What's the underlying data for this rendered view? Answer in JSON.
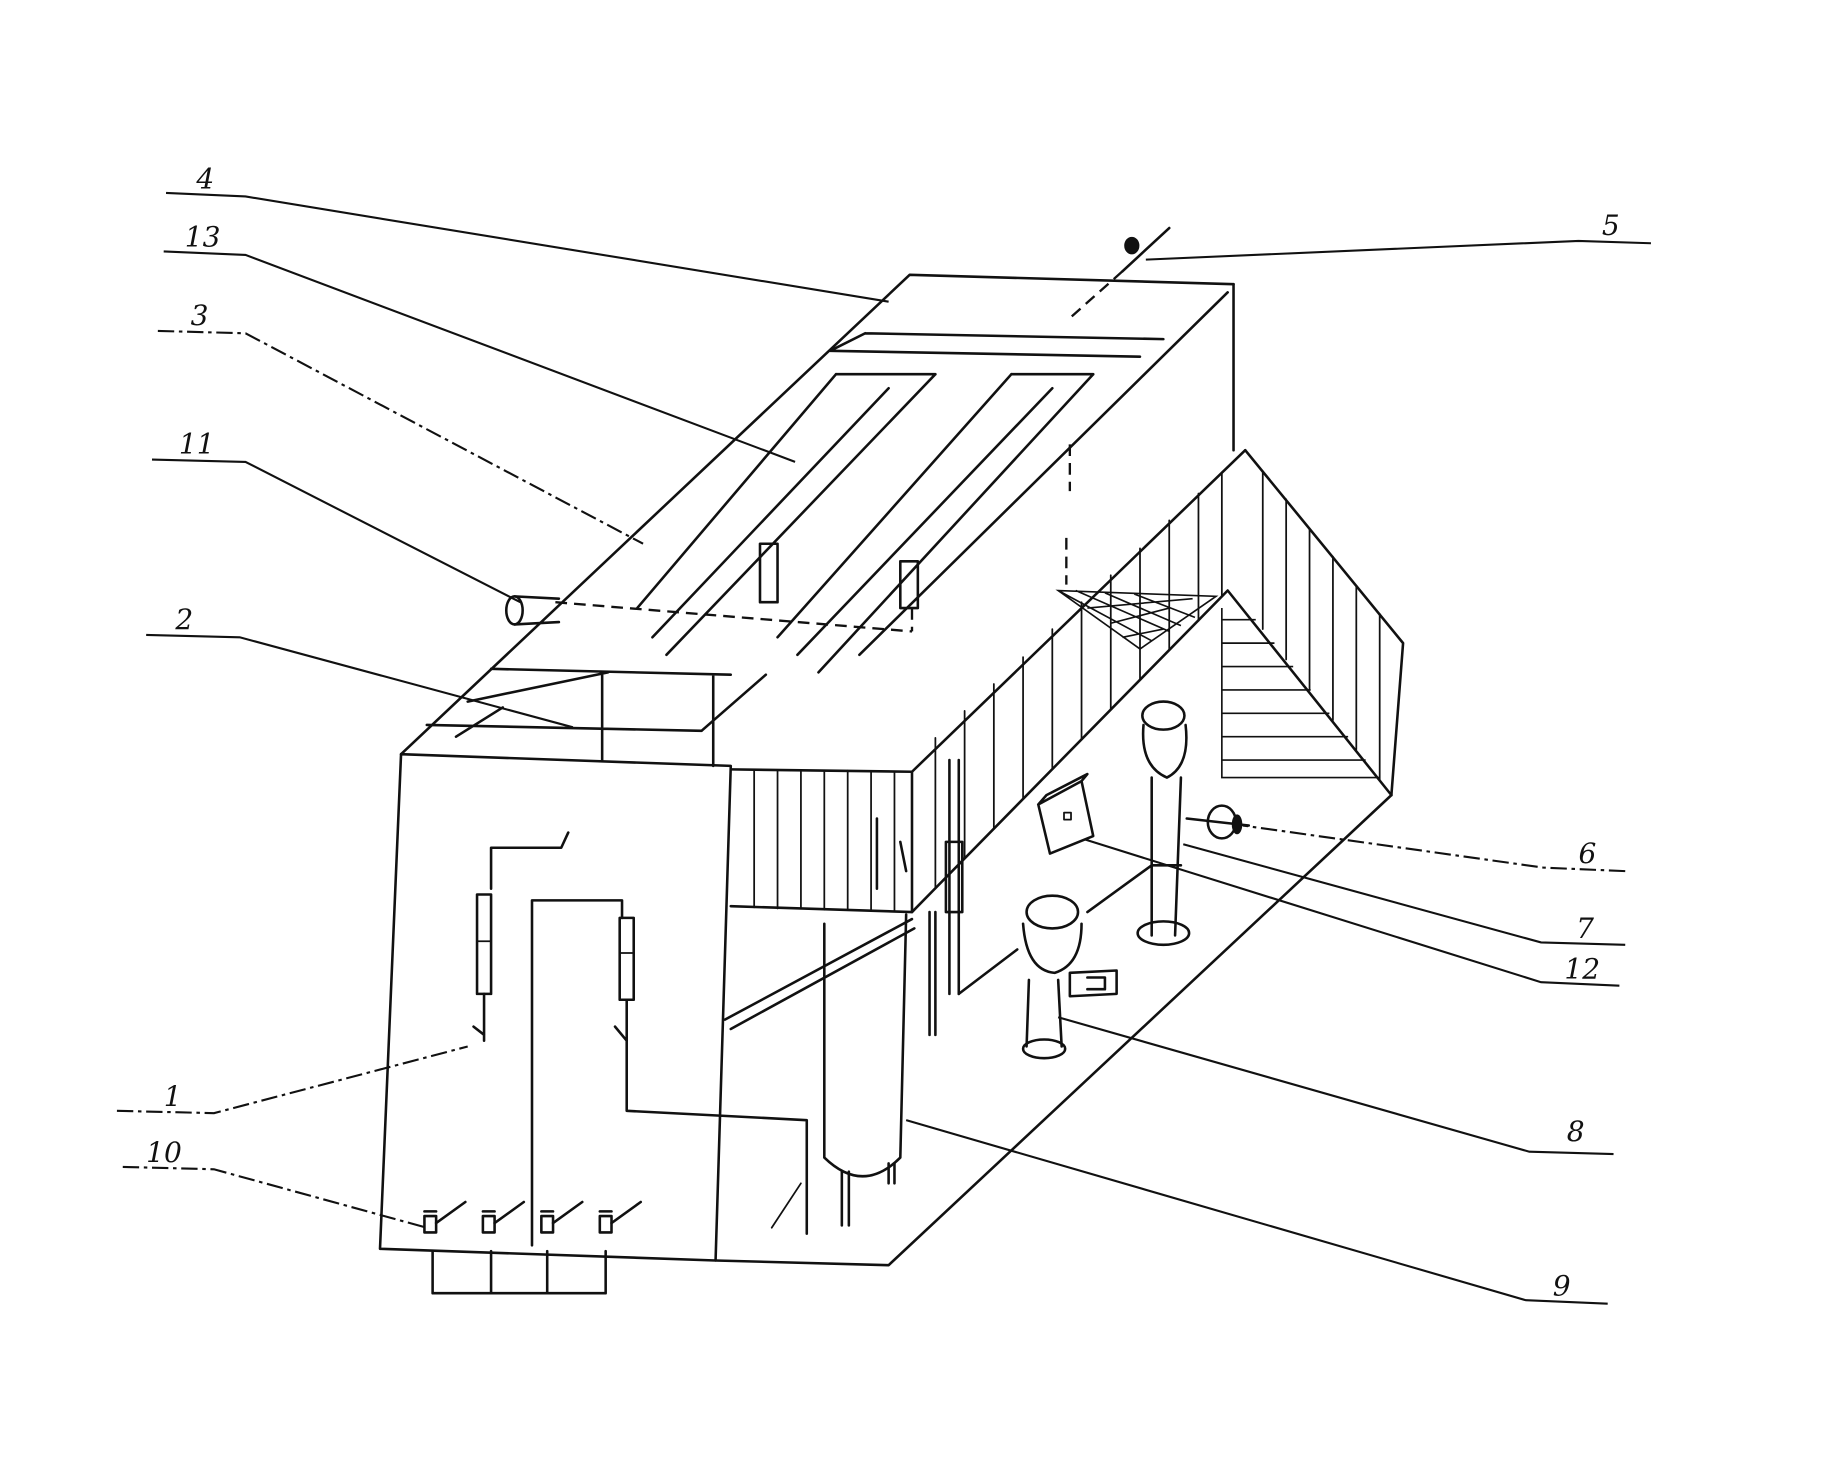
{
  "callouts": {
    "n1": "1",
    "n2": "2",
    "n3": "3",
    "n4": "4",
    "n5": "5",
    "n6": "6",
    "n7": "7",
    "n8": "8",
    "n9": "9",
    "n10": "10",
    "n11": "11",
    "n12": "12",
    "n13": "13"
  }
}
